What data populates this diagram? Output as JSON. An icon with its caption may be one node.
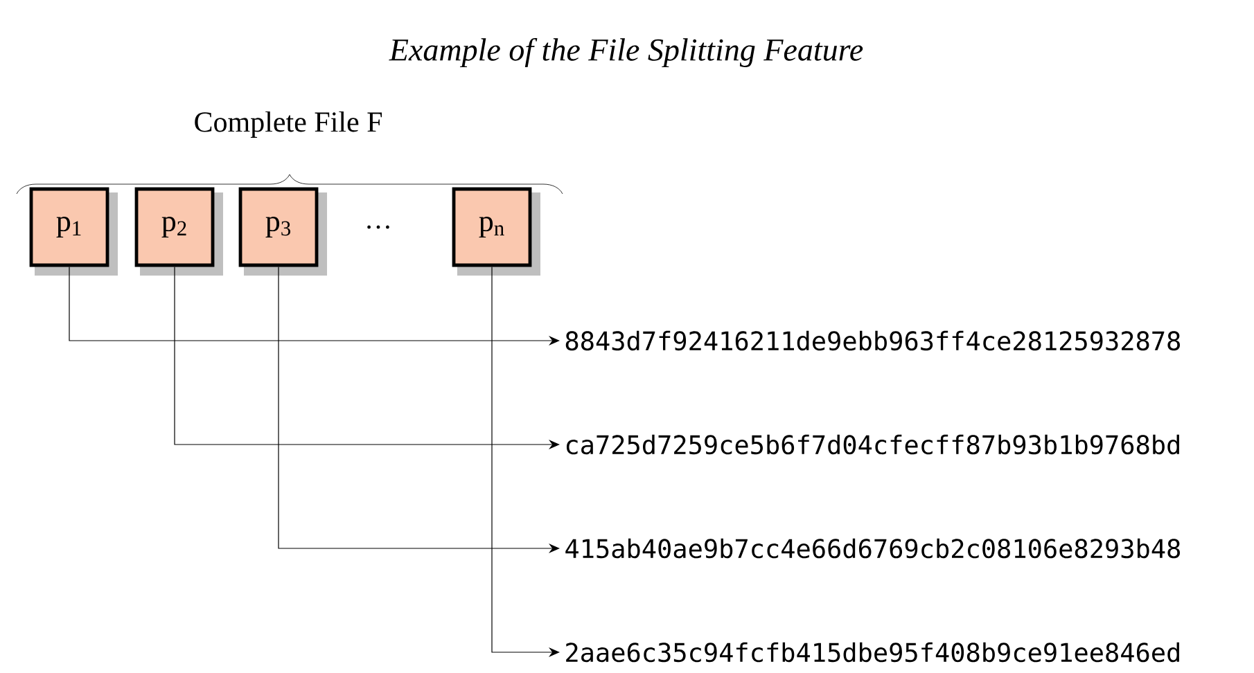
{
  "diagram": {
    "title": "Example of the File Splitting Feature",
    "nodes": [
      {
        "text": [
          "p$_{1}$"
        ]
      },
      {
        "text": [
          "p$_{2}$"
        ]
      },
      {
        "text": [
          "p$_{3}$"
        ]
      },
      {
        "text": [
          "p$_{n}$"
        ]
      },
      {
        "text": [
          "8843d7f92416211de9ebb963ff4ce28125932878"
        ]
      },
      {
        "text": [
          "ca725d7259ce5b6f7d04cfecff87b93b1b9768bd"
        ]
      },
      {
        "text": [
          "415ab40ae9b7cc4e66d6769cb2c08106e8293b48"
        ]
      },
      {
        "text": [
          "2aae6c35c94fcfb415dbe95f408b9ce91ee846ed"
        ]
      }
    ],
    "edges": [
      {
        "from": 0,
        "to": 4,
        "arrow": "to"
      },
      {
        "from": 1,
        "to": 5,
        "arrow": "to"
      },
      {
        "from": 2,
        "to": 6,
        "arrow": "to"
      },
      {
        "from": 3,
        "to": 7,
        "arrow": "to"
      }
    ],
    "labels": [
      "Complete File F",
      "…"
    ]
  }
}
